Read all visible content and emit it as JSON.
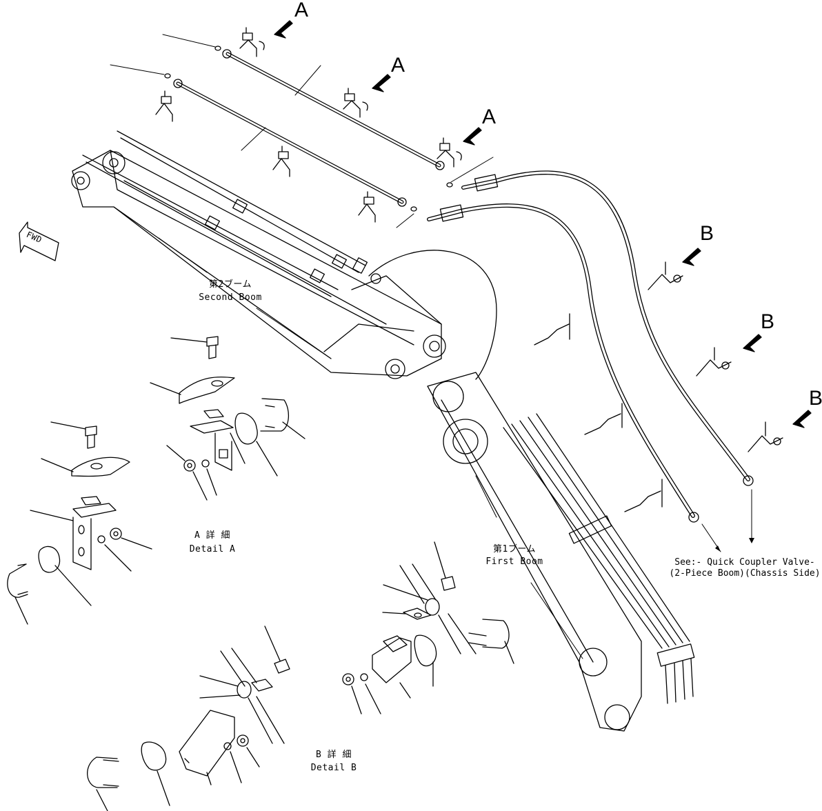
{
  "markers": {
    "a1": "A",
    "a2": "A",
    "a3": "A",
    "b1": "B",
    "b2": "B",
    "b3": "B"
  },
  "labels": {
    "fwd": "FWD",
    "second_boom_jp": "第2ブーム",
    "second_boom_en": "Second Boom",
    "first_boom_jp": "第1ブーム",
    "first_boom_en": "First Boom",
    "detail_a_jp": "A 詳 細",
    "detail_a_en": "Detail A",
    "detail_b_jp": "B 詳 細",
    "detail_b_en": "Detail B"
  },
  "note": {
    "line1": "See:- Quick Coupler Valve-",
    "line2": "(2-Piece Boom)(Chassis Side)"
  }
}
